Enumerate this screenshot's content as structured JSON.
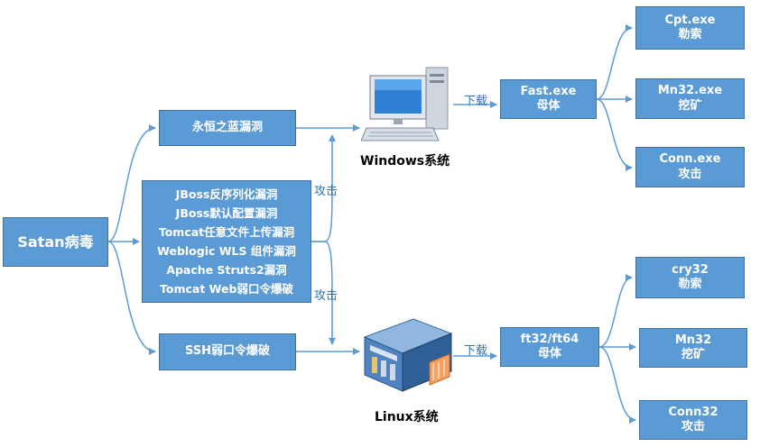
{
  "root": {
    "label": "Satan病毒"
  },
  "vulns": {
    "eternal_blue": "永恒之蓝漏洞",
    "group": [
      "JBoss反序列化漏洞",
      "JBoss默认配置漏洞",
      "Tomcat任意文件上传漏洞",
      "Weblogic WLS 组件漏洞",
      "Apache Struts2漏洞",
      "Tomcat Web弱口令爆破"
    ],
    "ssh": "SSH弱口令爆破"
  },
  "attack_label_top": "攻击",
  "attack_label_bottom": "攻击",
  "windows": {
    "caption": "Windows系统",
    "download_label": "下载",
    "parent": {
      "name": "Fast.exe",
      "role": "母体"
    },
    "children": [
      {
        "name": "Cpt.exe",
        "role": "勒索"
      },
      {
        "name": "Mn32.exe",
        "role": "挖矿"
      },
      {
        "name": "Conn.exe",
        "role": "攻击"
      }
    ]
  },
  "linux": {
    "caption": "Linux系统",
    "download_label": "下载",
    "parent": {
      "name": "ft32/ft64",
      "role": "母体"
    },
    "children": [
      {
        "name": "cry32",
        "role": "勒索"
      },
      {
        "name": "Mn32",
        "role": "挖矿"
      },
      {
        "name": "Conn32",
        "role": "攻击"
      }
    ]
  },
  "colors": {
    "box_fill": "#5b9bd5",
    "box_border": "#41719c",
    "arrow": "#5b9bd5",
    "label": "#2e75b6"
  },
  "icons": {
    "windows_host": "desktop-computer-icon",
    "linux_host": "server-rack-icon"
  }
}
